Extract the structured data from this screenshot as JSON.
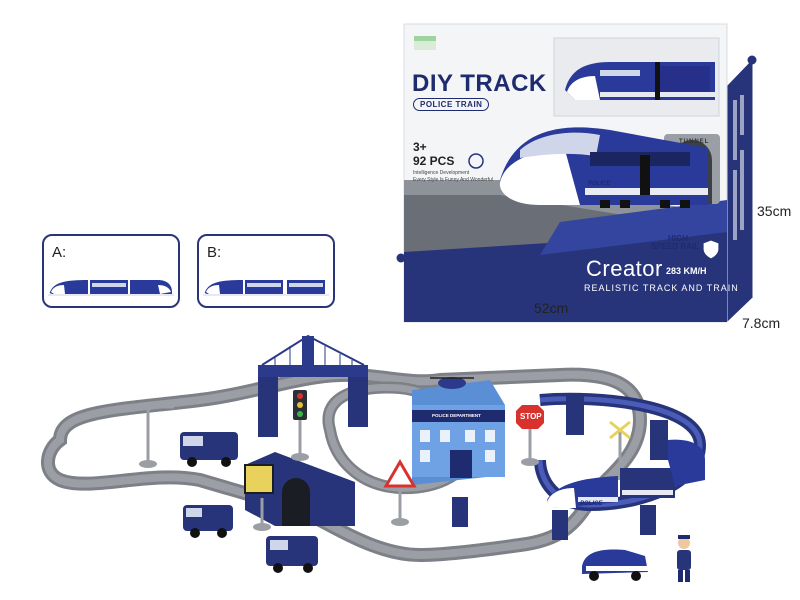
{
  "product_box": {
    "title": "DIY TRACK",
    "subtitle": "POLICE TRAIN",
    "age": "3+",
    "pieces": "92 PCS",
    "tagline_1": "Intelligence Development",
    "tagline_2": "Every Style Is Funny And Wonderful",
    "tunnel_label": "TUNNEL",
    "train_label": "POLICE",
    "high_speed_1": "HIGH-",
    "high_speed_2": "SPEED RAIL",
    "brand": "Creator",
    "speed": "283 KM/H",
    "slogan": "REALISTIC TRACK AND TRAIN",
    "colors": {
      "navy": "#1e2b6e",
      "box_white": "#f2f3f5",
      "accent_blue": "#2a3a9a"
    }
  },
  "dimensions": {
    "width": "52cm",
    "height": "35cm",
    "depth": "7.8cm"
  },
  "variants": [
    {
      "label": "A:"
    },
    {
      "label": "B:"
    }
  ],
  "playset": {
    "building_sign": "POLICE DEPARTMENT",
    "stop_sign": "STOP",
    "train_label": "POLICE"
  }
}
